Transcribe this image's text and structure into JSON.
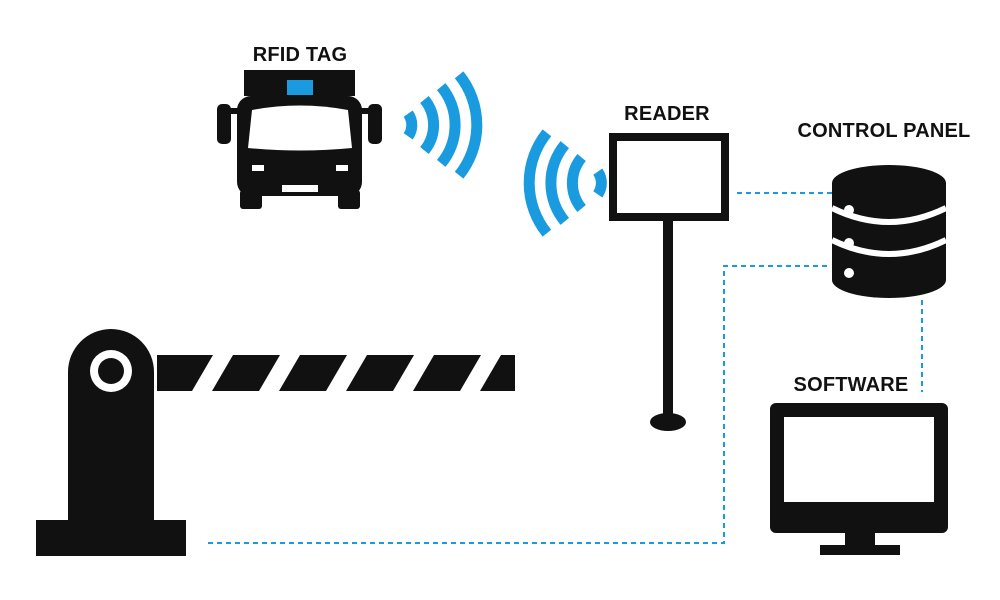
{
  "labels": {
    "rfid_tag": "RFID TAG",
    "reader": "READER",
    "control_panel": "CONTROL PANEL",
    "software": "SOFTWARE"
  },
  "colors": {
    "icon": "#111111",
    "signal": "#1a9be0",
    "tag": "#1a9be0",
    "connection": "#1a9be0",
    "background": "#ffffff"
  },
  "icons": [
    "truck-icon",
    "wifi-signal-icon",
    "reader-icon",
    "database-icon",
    "monitor-icon",
    "barrier-gate-icon"
  ]
}
